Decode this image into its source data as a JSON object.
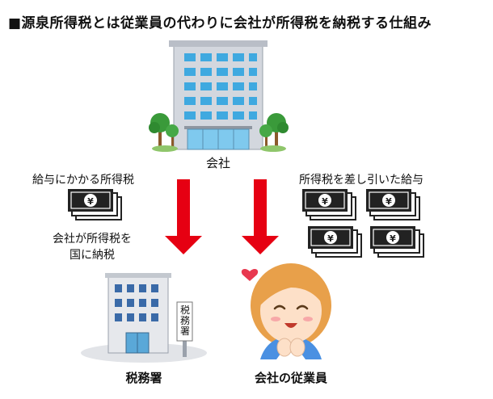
{
  "title": "■源泉所得税とは従業員の代わりに会社が所得税を納税する仕組み",
  "nodes": {
    "company": "会社",
    "tax_office": "税務署",
    "tax_office_sign": "税務署",
    "employee": "会社の従業員"
  },
  "edges": {
    "salary_tax_label": "給与にかかる所得税",
    "company_pays_label_line1": "会社が所得税を",
    "company_pays_label_line2": "国に納税",
    "net_salary_label": "所得税を差し引いた給与"
  },
  "icons": {
    "banknote_symbol": "¥"
  },
  "colors": {
    "arrow": "#e60012",
    "building": "#c8ccd4",
    "tree": "#3a9a3a",
    "skin": "#fde0c8",
    "hair": "#e8a04a",
    "heart": "#e8384f"
  }
}
